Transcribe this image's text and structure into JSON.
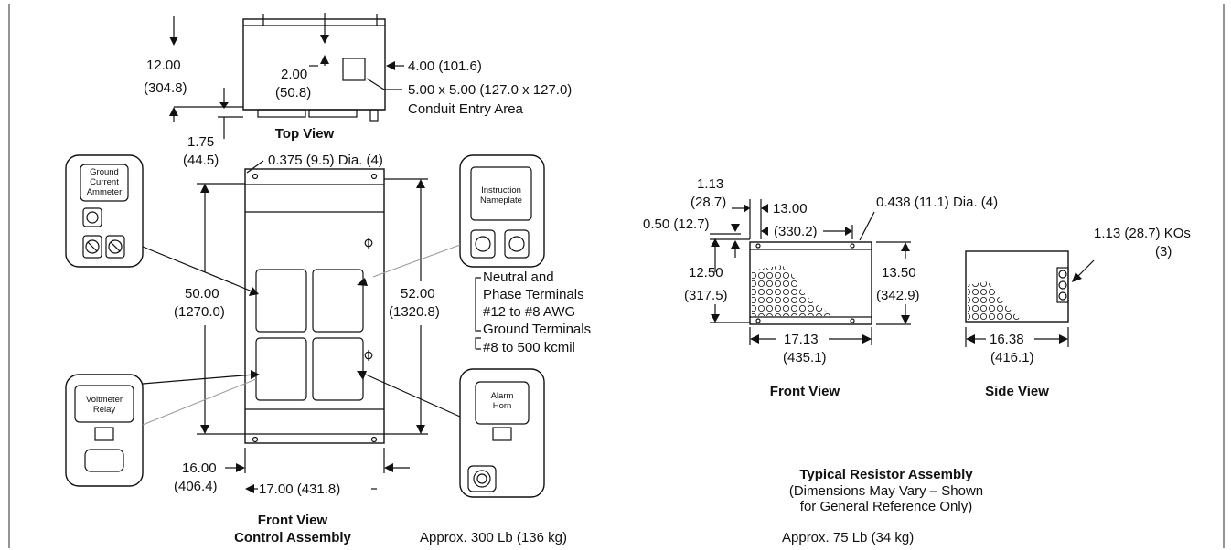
{
  "top_view": {
    "dim_height": "12.00",
    "dim_height_mm": "(304.8)",
    "dim_inner": "2.00",
    "dim_inner_mm": "(50.8)",
    "dim_side": "4.00 (101.6)",
    "conduit_size": "5.00 x 5.00 (127.0 x 127.0)",
    "conduit_label": "Conduit Entry Area",
    "dim_base": "1.75",
    "dim_base_mm": "(44.5)",
    "title": "Top View"
  },
  "control_assembly": {
    "hole_dia": "0.375 (9.5) Dia. (4)",
    "height_inner": "50.00",
    "height_inner_mm": "(1270.0)",
    "height_outer": "52.00",
    "height_outer_mm": "(1320.8)",
    "width_outer": "16.00",
    "width_outer_mm": "(406.4)",
    "width_inner": "17.00 (431.8)",
    "terminals": [
      "Neutral and",
      "Phase Terminals",
      "#12 to #8 AWG",
      "Ground Terminals",
      "#8 to 500 kcmil"
    ],
    "title_line1": "Front View",
    "title_line2": "Control Assembly",
    "weight": "Approx. 300 Lb (136 kg)"
  },
  "callouts": {
    "ammeter": [
      "Ground",
      "Current",
      "Ammeter"
    ],
    "nameplate": [
      "Instruction",
      "Nameplate"
    ],
    "voltmeter": [
      "Voltmeter",
      "Relay"
    ],
    "horn": [
      "Alarm",
      "Horn"
    ]
  },
  "resistor": {
    "dim_a": "1.13",
    "dim_a_mm": "(28.7)",
    "dim_b": "13.00",
    "dim_b_mm": "(330.2)",
    "hole_dia": "0.438 (11.1) Dia. (4)",
    "dim_c": "0.50 (12.7)",
    "height_inner": "12.50",
    "height_inner_mm": "(317.5)",
    "height_outer": "13.50",
    "height_outer_mm": "(342.9)",
    "width_front": "17.13",
    "width_front_mm": "(435.1)",
    "front_title": "Front View",
    "kos": "1.13 (28.7) KOs",
    "kos_count": "(3)",
    "width_side": "16.38",
    "width_side_mm": "(416.1)",
    "side_title": "Side View",
    "assembly_title": "Typical Resistor Assembly",
    "note_line1": "(Dimensions May Vary – Shown",
    "note_line2": "for General Reference Only)",
    "weight": "Approx. 75 Lb (34 kg)"
  }
}
